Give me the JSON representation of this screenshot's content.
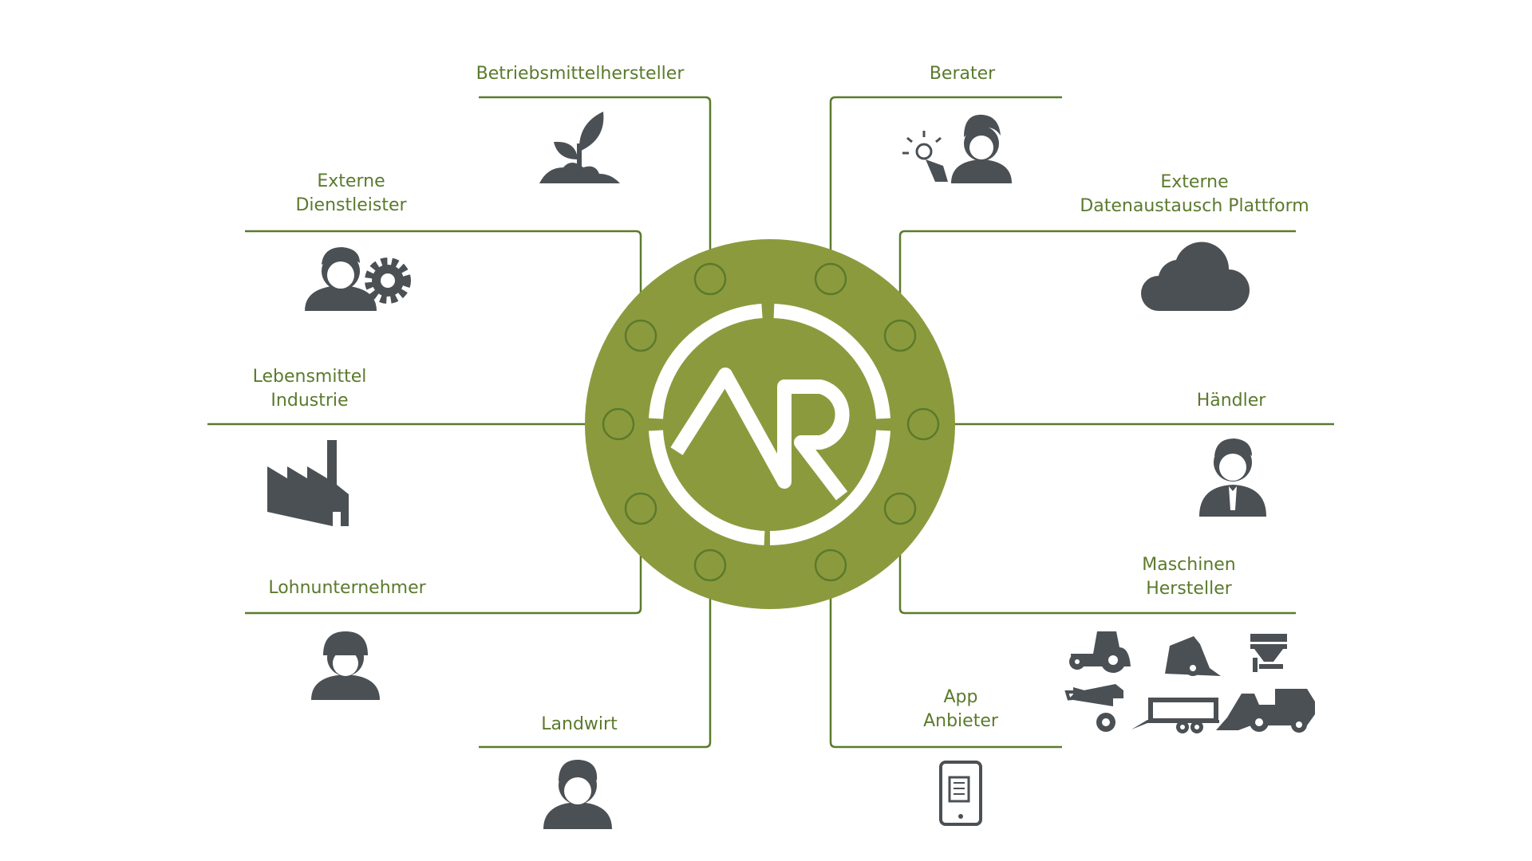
{
  "colors": {
    "hub": "#8c9a3e",
    "connector": "#5b7a2c",
    "label": "#5b7a2c",
    "icon": "#4b5055",
    "logo": "#ffffff"
  },
  "hub": {
    "logo_letters": "AR",
    "logo_icon": "ar-cycle-logo"
  },
  "stakeholders": [
    {
      "id": "betriebsmittelhersteller",
      "lines": [
        "Betriebsmittelhersteller"
      ],
      "icon": "plant-sprout-icon"
    },
    {
      "id": "berater",
      "lines": [
        "Berater"
      ],
      "icon": "advisor-idea-icon"
    },
    {
      "id": "externe-dienstleister",
      "lines": [
        "Externe",
        "Dienstleister"
      ],
      "icon": "person-gear-icon"
    },
    {
      "id": "externe-datenaustausch",
      "lines": [
        "Externe",
        "Datenaustausch Plattform"
      ],
      "icon": "cloud-icon"
    },
    {
      "id": "lebensmittel-industrie",
      "lines": [
        "Lebensmittel",
        "Industrie"
      ],
      "icon": "factory-icon"
    },
    {
      "id": "haendler",
      "lines": [
        "Händler"
      ],
      "icon": "businessman-icon"
    },
    {
      "id": "lohnunternehmer",
      "lines": [
        "Lohnunternehmer"
      ],
      "icon": "worker-helmet-icon"
    },
    {
      "id": "maschinen-hersteller",
      "lines": [
        "Maschinen",
        "Hersteller"
      ],
      "icon": "farm-machines-icon"
    },
    {
      "id": "landwirt",
      "lines": [
        "Landwirt"
      ],
      "icon": "farmer-icon"
    },
    {
      "id": "app-anbieter",
      "lines": [
        "App",
        "Anbieter"
      ],
      "icon": "tablet-app-icon"
    }
  ]
}
